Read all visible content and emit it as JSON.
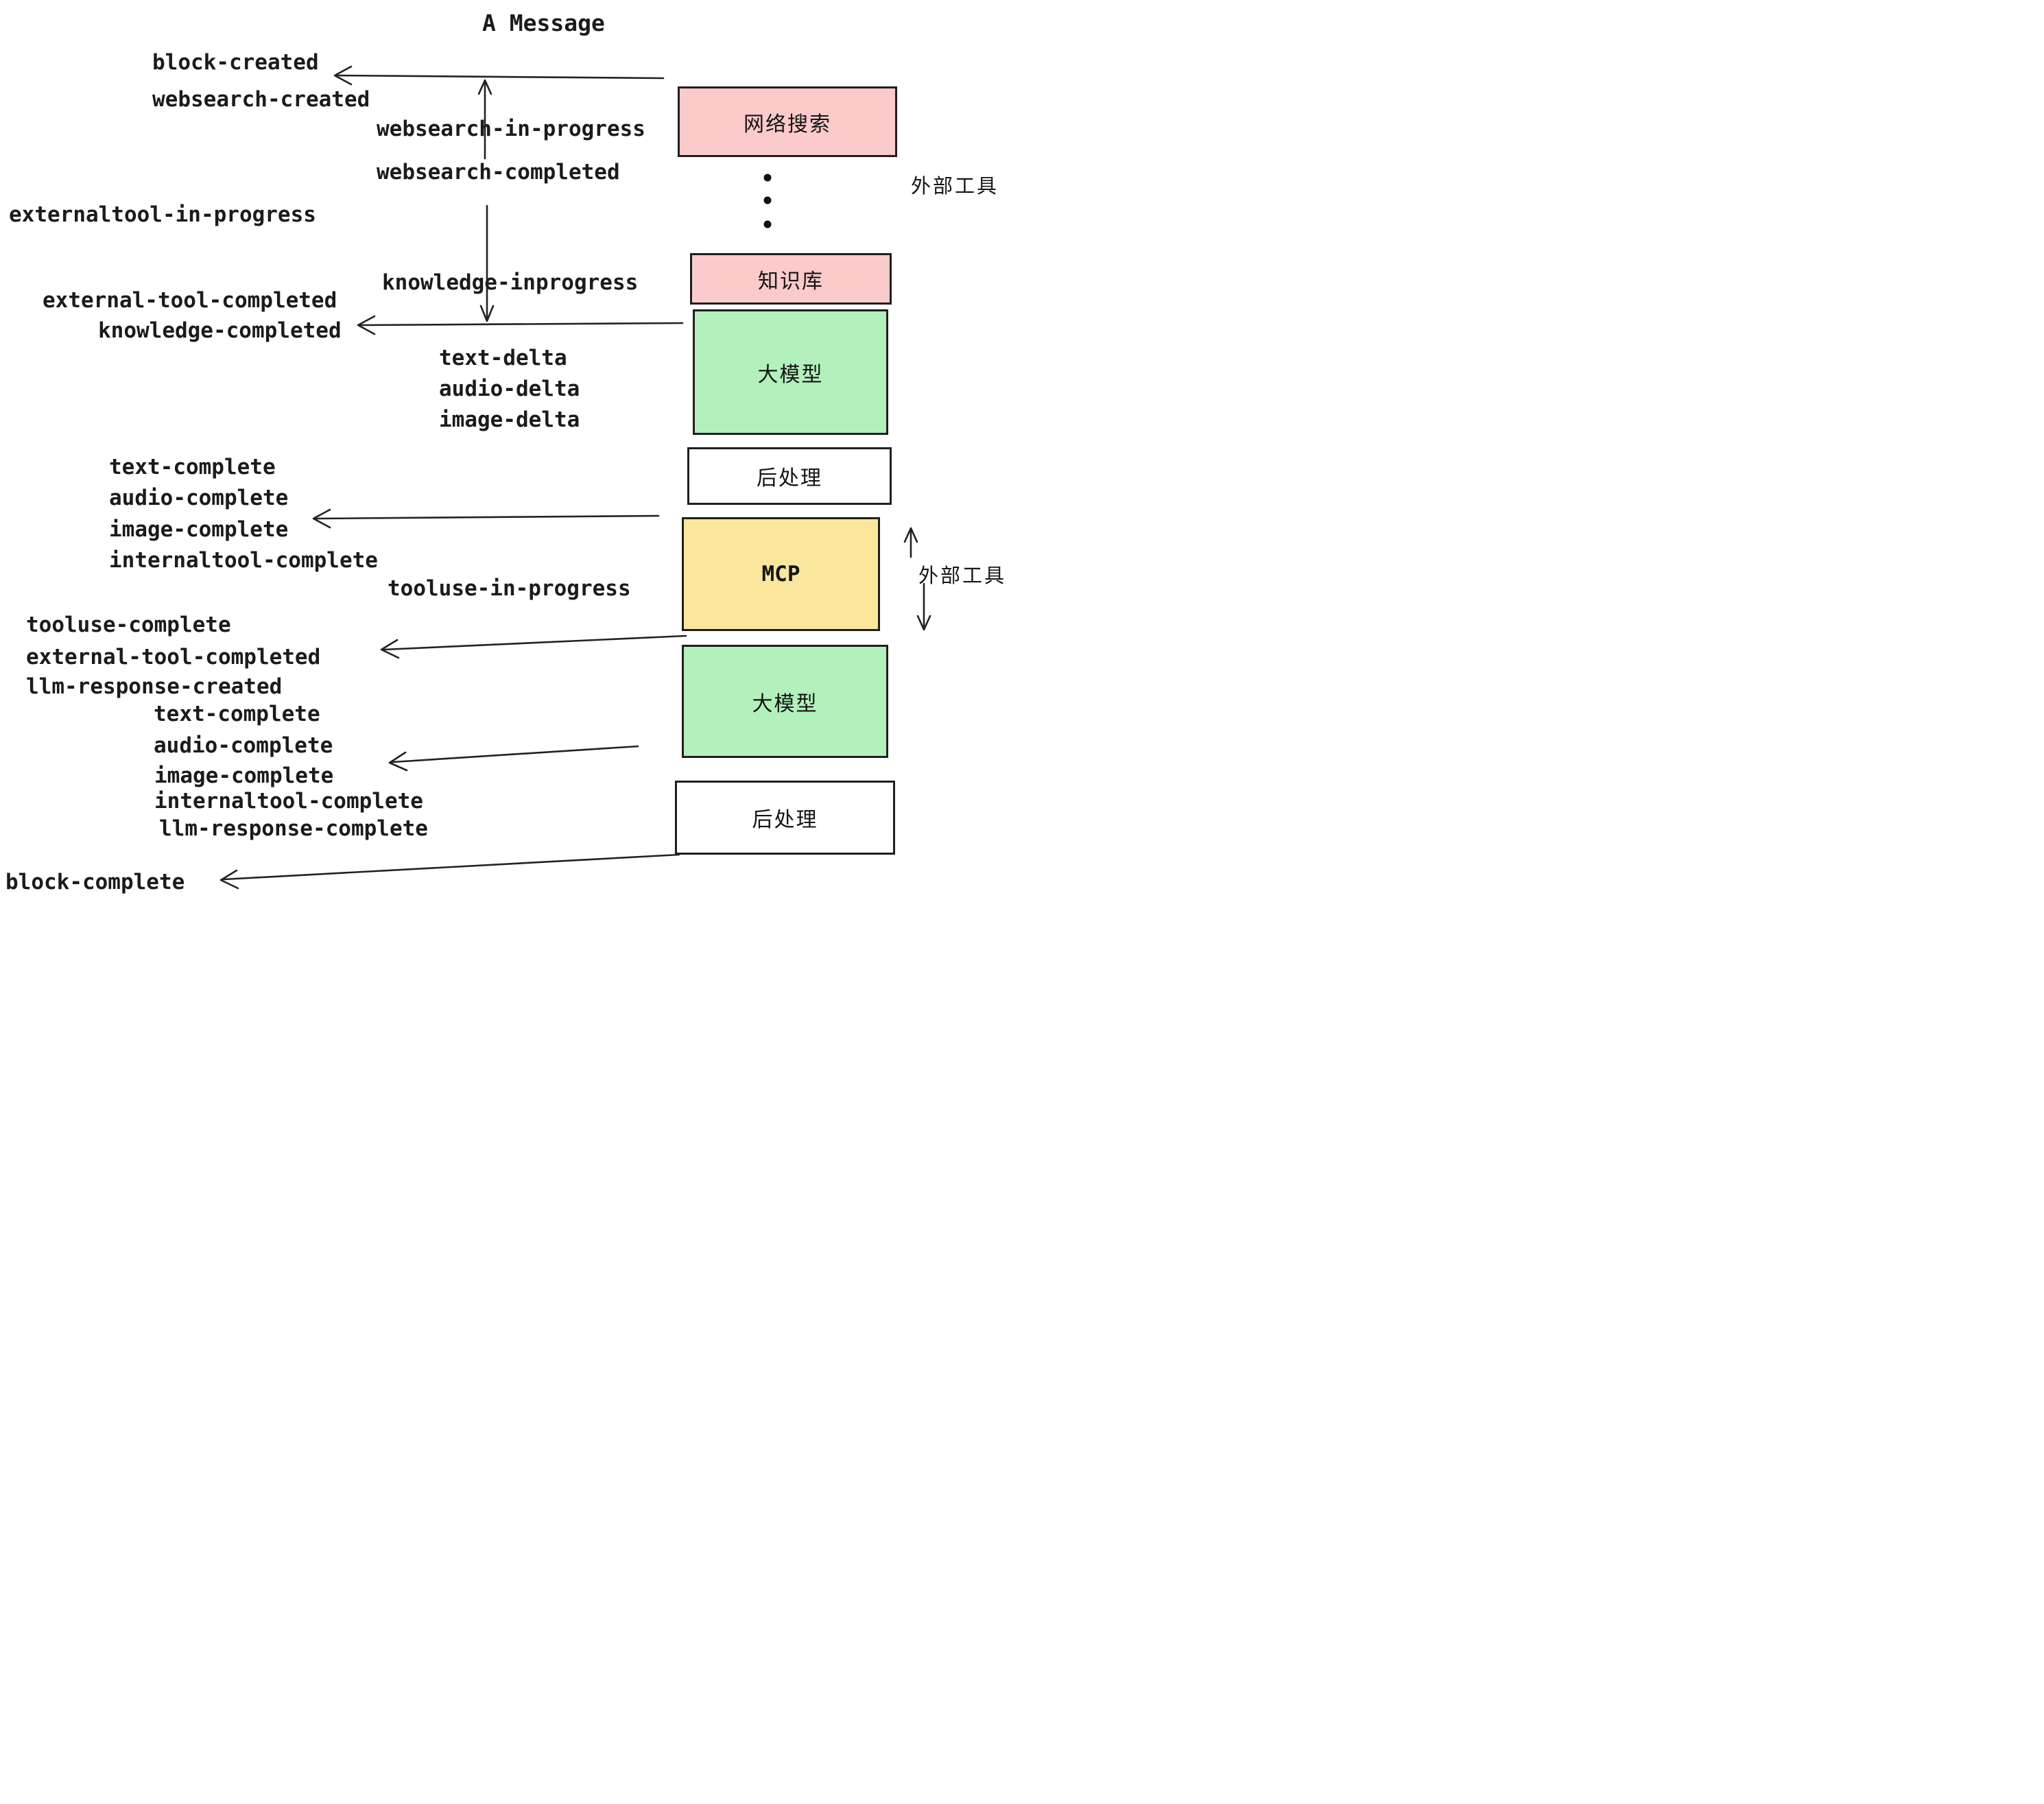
{
  "title": "A Message",
  "colors": {
    "background": "#FFFFFF",
    "ink": "#1B1B1B",
    "box_border": "#1F1F1F",
    "pink": "#FBCACA",
    "green": "#B2F0BC",
    "yellow": "#FAE79B",
    "white_box": "#FFFFFF"
  },
  "boxes": [
    {
      "id": "websearch",
      "label": "网络搜索",
      "color": "pink"
    },
    {
      "id": "knowledge",
      "label": "知识库",
      "color": "pink"
    },
    {
      "id": "llm-1",
      "label": "大模型",
      "color": "green"
    },
    {
      "id": "postprocess-1",
      "label": "后处理",
      "color": "white"
    },
    {
      "id": "mcp",
      "label": "MCP",
      "color": "yellow"
    },
    {
      "id": "llm-2",
      "label": "大模型",
      "color": "green"
    },
    {
      "id": "postprocess-2",
      "label": "后处理",
      "color": "white"
    }
  ],
  "side_labels": [
    {
      "id": "external-tools-1",
      "text": "外部工具"
    },
    {
      "id": "external-tools-2",
      "text": "外部工具"
    }
  ],
  "events": [
    {
      "text": "block-created"
    },
    {
      "text": "websearch-created"
    },
    {
      "text": "websearch-in-progress"
    },
    {
      "text": "websearch-completed"
    },
    {
      "text": "externaltool-in-progress"
    },
    {
      "text": "knowledge-inprogress"
    },
    {
      "text": "external-tool-completed"
    },
    {
      "text": "knowledge-completed"
    },
    {
      "text": "text-delta"
    },
    {
      "text": "audio-delta"
    },
    {
      "text": "image-delta"
    },
    {
      "text": "text-complete"
    },
    {
      "text": "audio-complete"
    },
    {
      "text": "image-complete"
    },
    {
      "text": "internaltool-complete"
    },
    {
      "text": "tooluse-in-progress"
    },
    {
      "text": "tooluse-complete"
    },
    {
      "text": "external-tool-completed"
    },
    {
      "text": "llm-response-created"
    },
    {
      "text": "text-complete"
    },
    {
      "text": "audio-complete"
    },
    {
      "text": "image-complete"
    },
    {
      "text": "internaltool-complete"
    },
    {
      "text": "llm-response-complete"
    },
    {
      "text": "block-complete"
    }
  ]
}
